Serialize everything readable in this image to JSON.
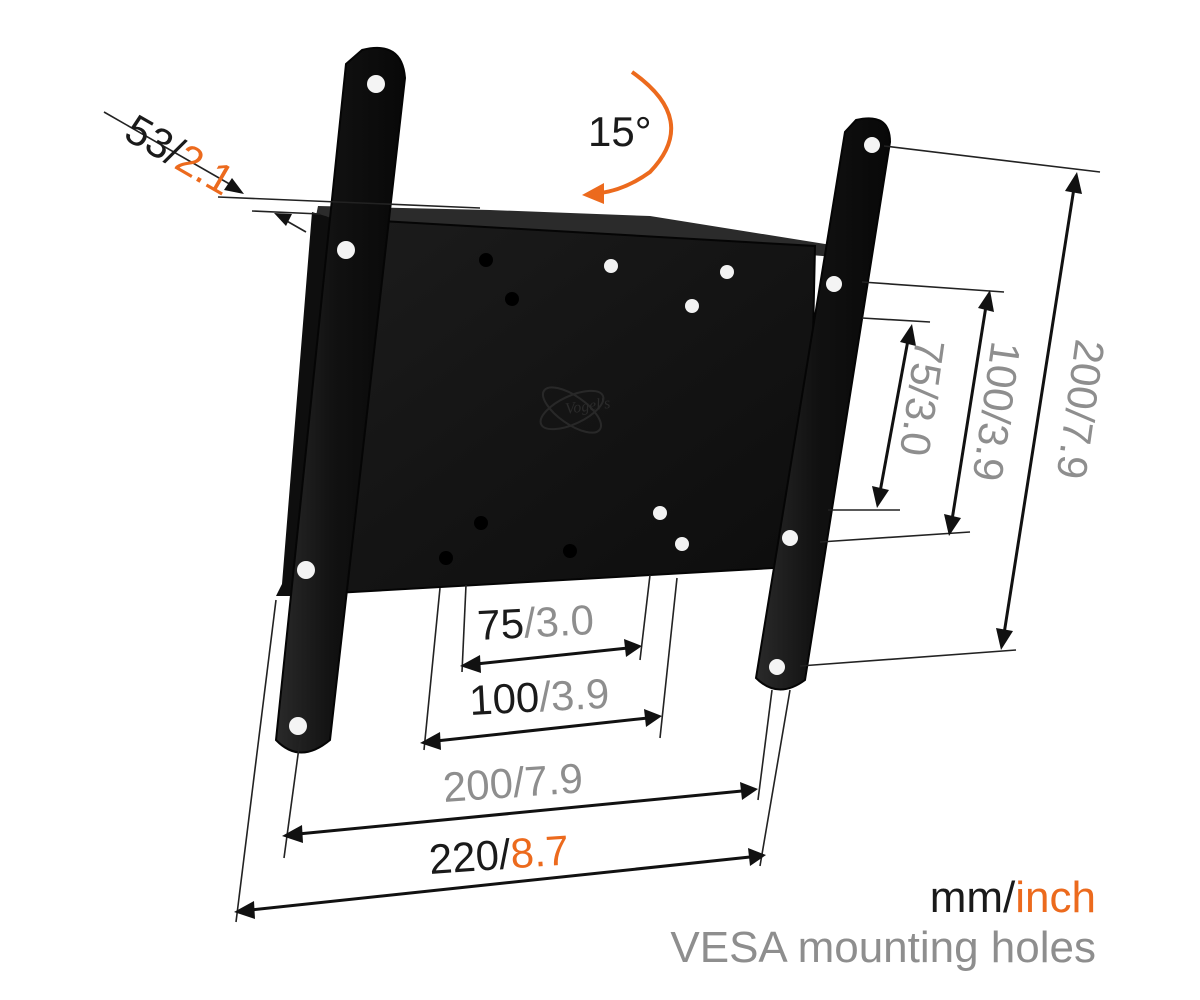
{
  "rotation": {
    "angle_label": "15°",
    "arrow_color": "#ec6a1d"
  },
  "depth": {
    "mm": "53",
    "sep": "/",
    "inch": "2.1"
  },
  "horizontal_dimensions": [
    {
      "id": "vesa75",
      "mm": "75",
      "sep": "/",
      "inch": "3.0",
      "inch_style": "gray"
    },
    {
      "id": "vesa100",
      "mm": "100",
      "sep": "/",
      "inch": "3.9",
      "inch_style": "gray"
    },
    {
      "id": "vesa200",
      "mm": "200",
      "sep": "/",
      "inch": "7.9",
      "inch_style": "gray"
    },
    {
      "id": "width220",
      "mm": "220",
      "sep": "/",
      "inch": "8.7",
      "inch_style": "orange"
    }
  ],
  "vertical_dimensions": [
    {
      "id": "v75",
      "text": "75/3.0"
    },
    {
      "id": "v100",
      "text": "100/3.9"
    },
    {
      "id": "v200",
      "text": "200/7.9"
    }
  ],
  "legend": {
    "unit_mm": "mm",
    "unit_sep": "/",
    "unit_inch": "inch",
    "caption": "VESA mounting holes"
  },
  "brand_logo_text": "Vogel's",
  "colors": {
    "accent": "#ec6a1d",
    "gray_text": "#8e8e8e",
    "dark_text": "#1a1a1a",
    "bracket": "#121212"
  }
}
